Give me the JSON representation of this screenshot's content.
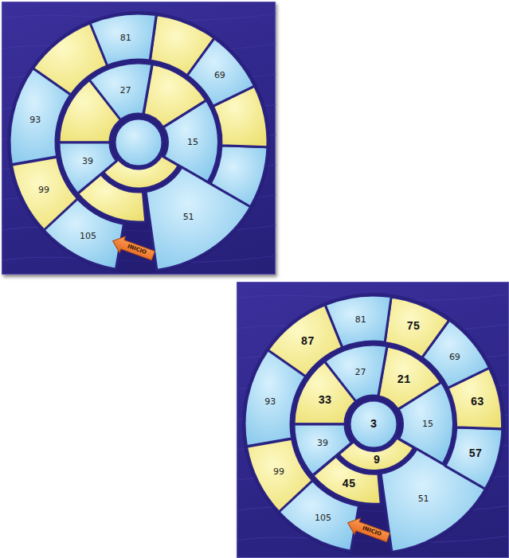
{
  "diagram": {
    "nodes": [
      {
        "text": [
          "81"
        ]
      },
      {
        "text": [
          "27"
        ]
      },
      {
        "text": [
          "69"
        ]
      },
      {
        "text": [
          "93"
        ]
      },
      {
        "text": [
          "15"
        ]
      },
      {
        "text": [
          "39"
        ]
      },
      {
        "text": [
          "99"
        ]
      },
      {
        "text": [
          "51"
        ]
      },
      {
        "text": [
          "105"
        ]
      },
      {
        "text": [
          "INICIO"
        ]
      },
      {
        "text": [
          "81"
        ]
      },
      {
        "text": [
          "75"
        ]
      },
      {
        "text": [
          "87"
        ]
      },
      {
        "text": [
          "27"
        ]
      },
      {
        "text": [
          "21"
        ]
      },
      {
        "text": [
          "69"
        ]
      },
      {
        "text": [
          "93"
        ]
      },
      {
        "text": [
          "33"
        ]
      },
      {
        "text": [
          "3"
        ]
      },
      {
        "text": [
          "15"
        ]
      },
      {
        "text": [
          "63"
        ]
      },
      {
        "text": [
          "39"
        ]
      },
      {
        "text": [
          "9"
        ]
      },
      {
        "text": [
          "57"
        ]
      },
      {
        "text": [
          "99"
        ]
      },
      {
        "text": [
          "45"
        ]
      },
      {
        "text": [
          "51"
        ]
      },
      {
        "text": [
          "105"
        ]
      },
      {
        "text": [
          "INICIO"
        ]
      }
    ]
  }
}
